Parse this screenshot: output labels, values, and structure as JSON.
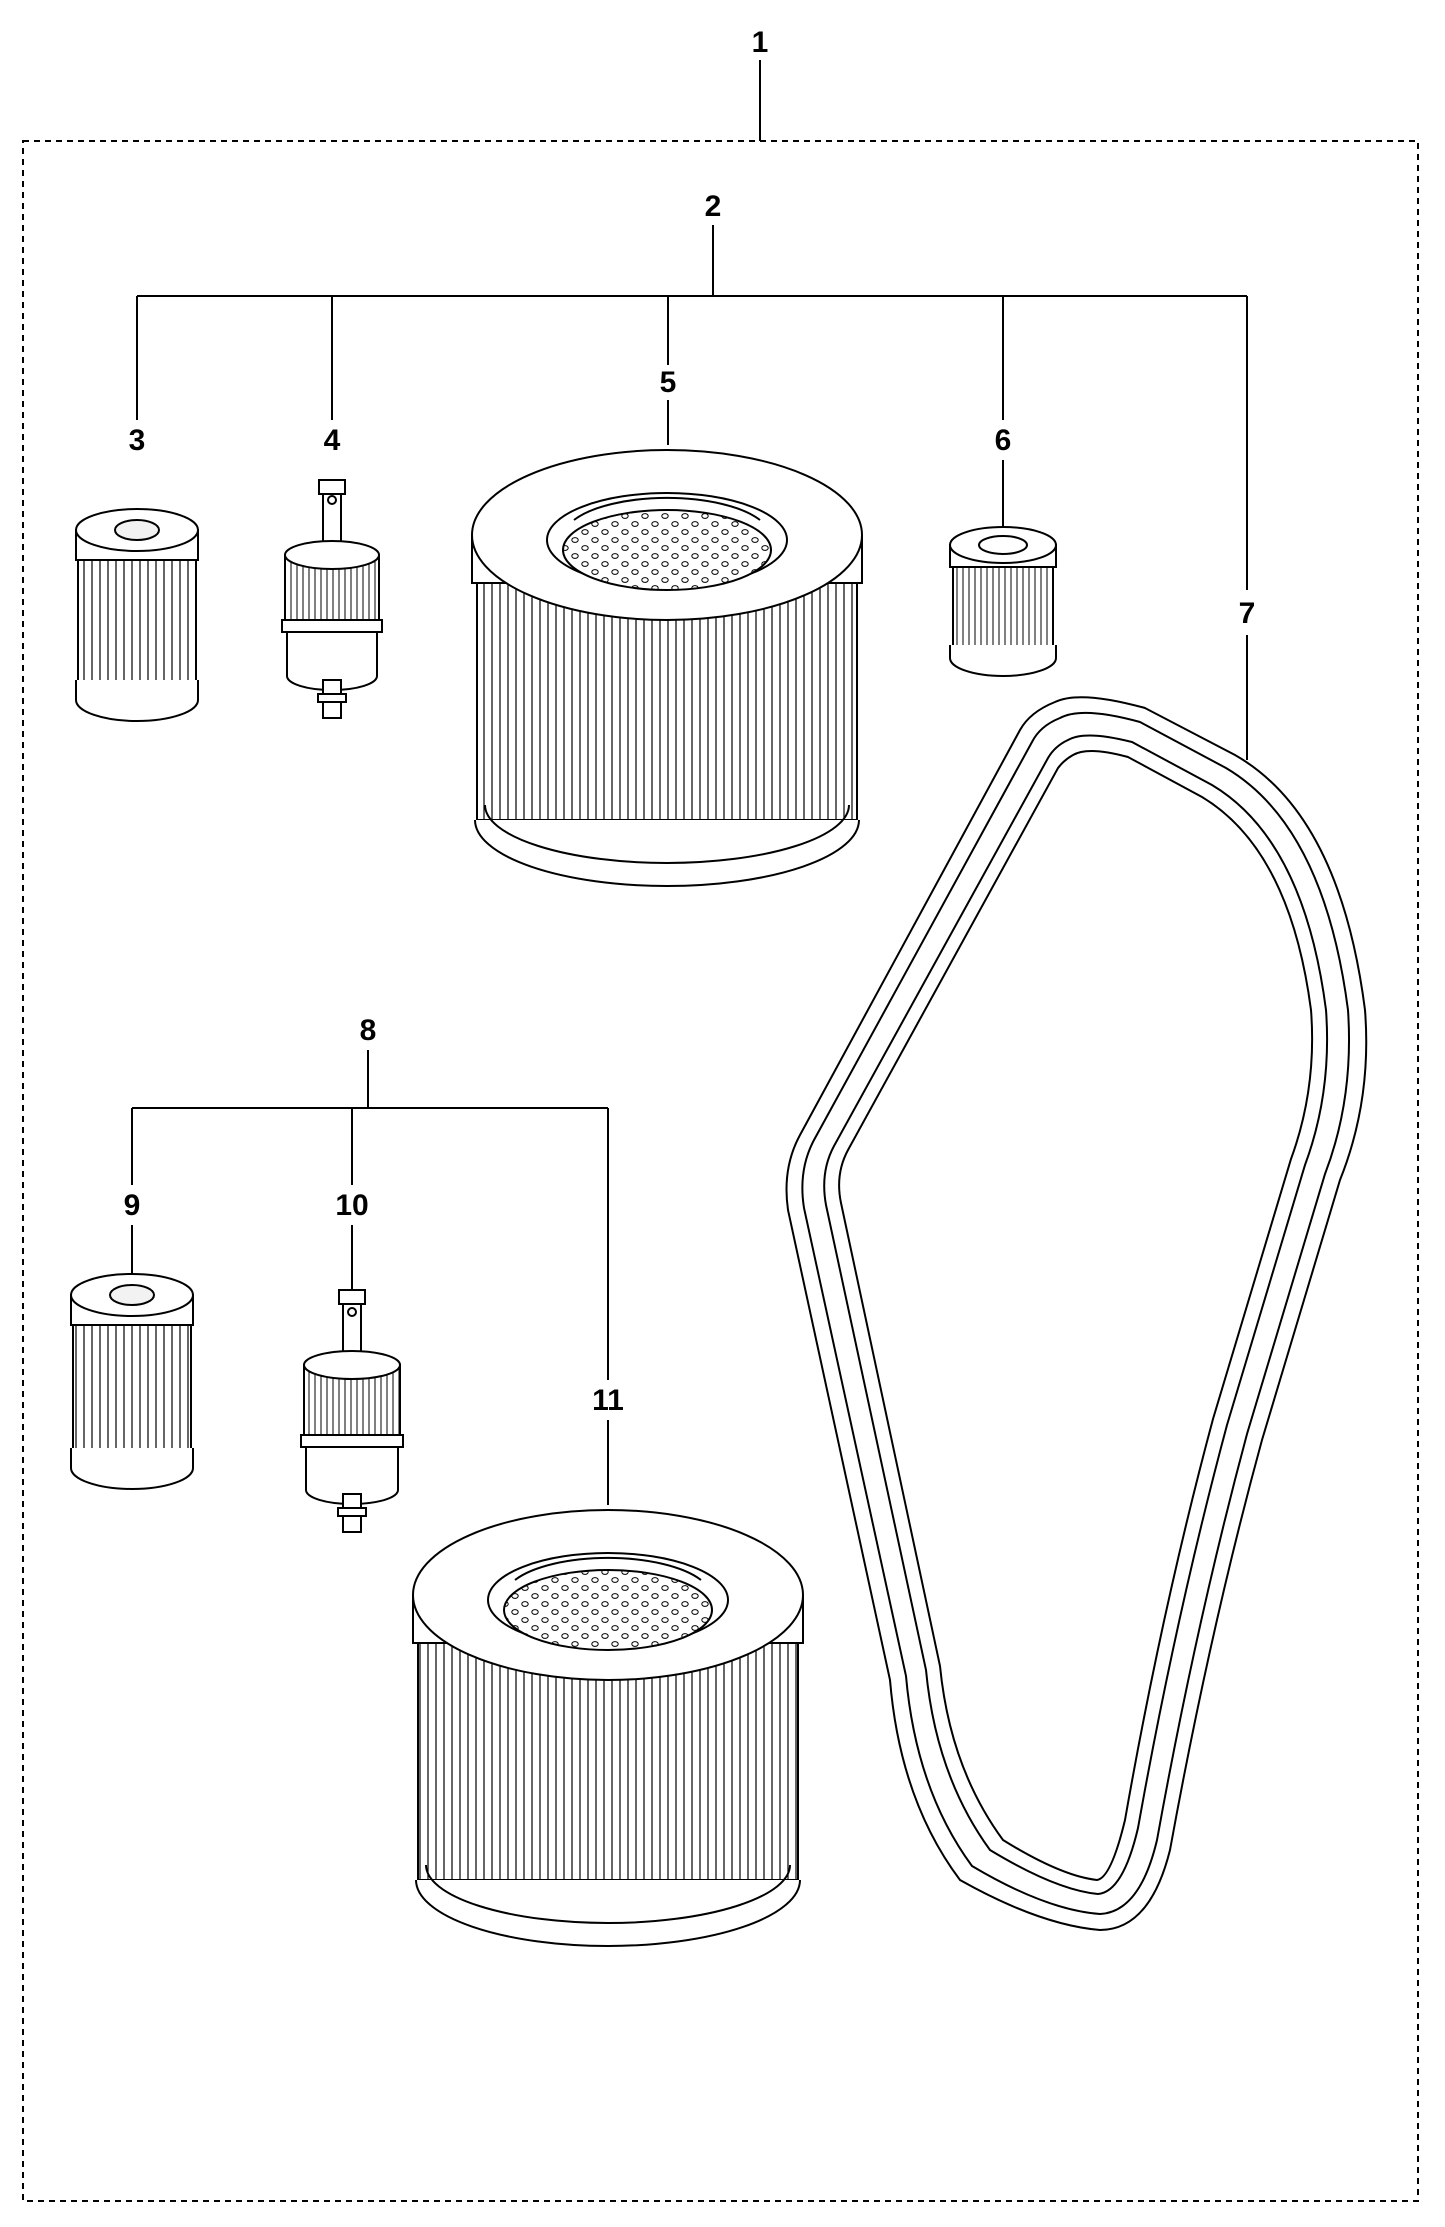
{
  "diagram": {
    "callouts": [
      {
        "id": "c1",
        "label": "1"
      },
      {
        "id": "c2",
        "label": "2"
      },
      {
        "id": "c3",
        "label": "3"
      },
      {
        "id": "c4",
        "label": "4"
      },
      {
        "id": "c5",
        "label": "5"
      },
      {
        "id": "c6",
        "label": "6"
      },
      {
        "id": "c7",
        "label": "7"
      },
      {
        "id": "c8",
        "label": "8"
      },
      {
        "id": "c9",
        "label": "9"
      },
      {
        "id": "c10",
        "label": "10"
      },
      {
        "id": "c11",
        "label": "11"
      }
    ],
    "colors": {
      "line": "#000000",
      "paper": "#ffffff",
      "inner": "#f2f2f2"
    }
  }
}
